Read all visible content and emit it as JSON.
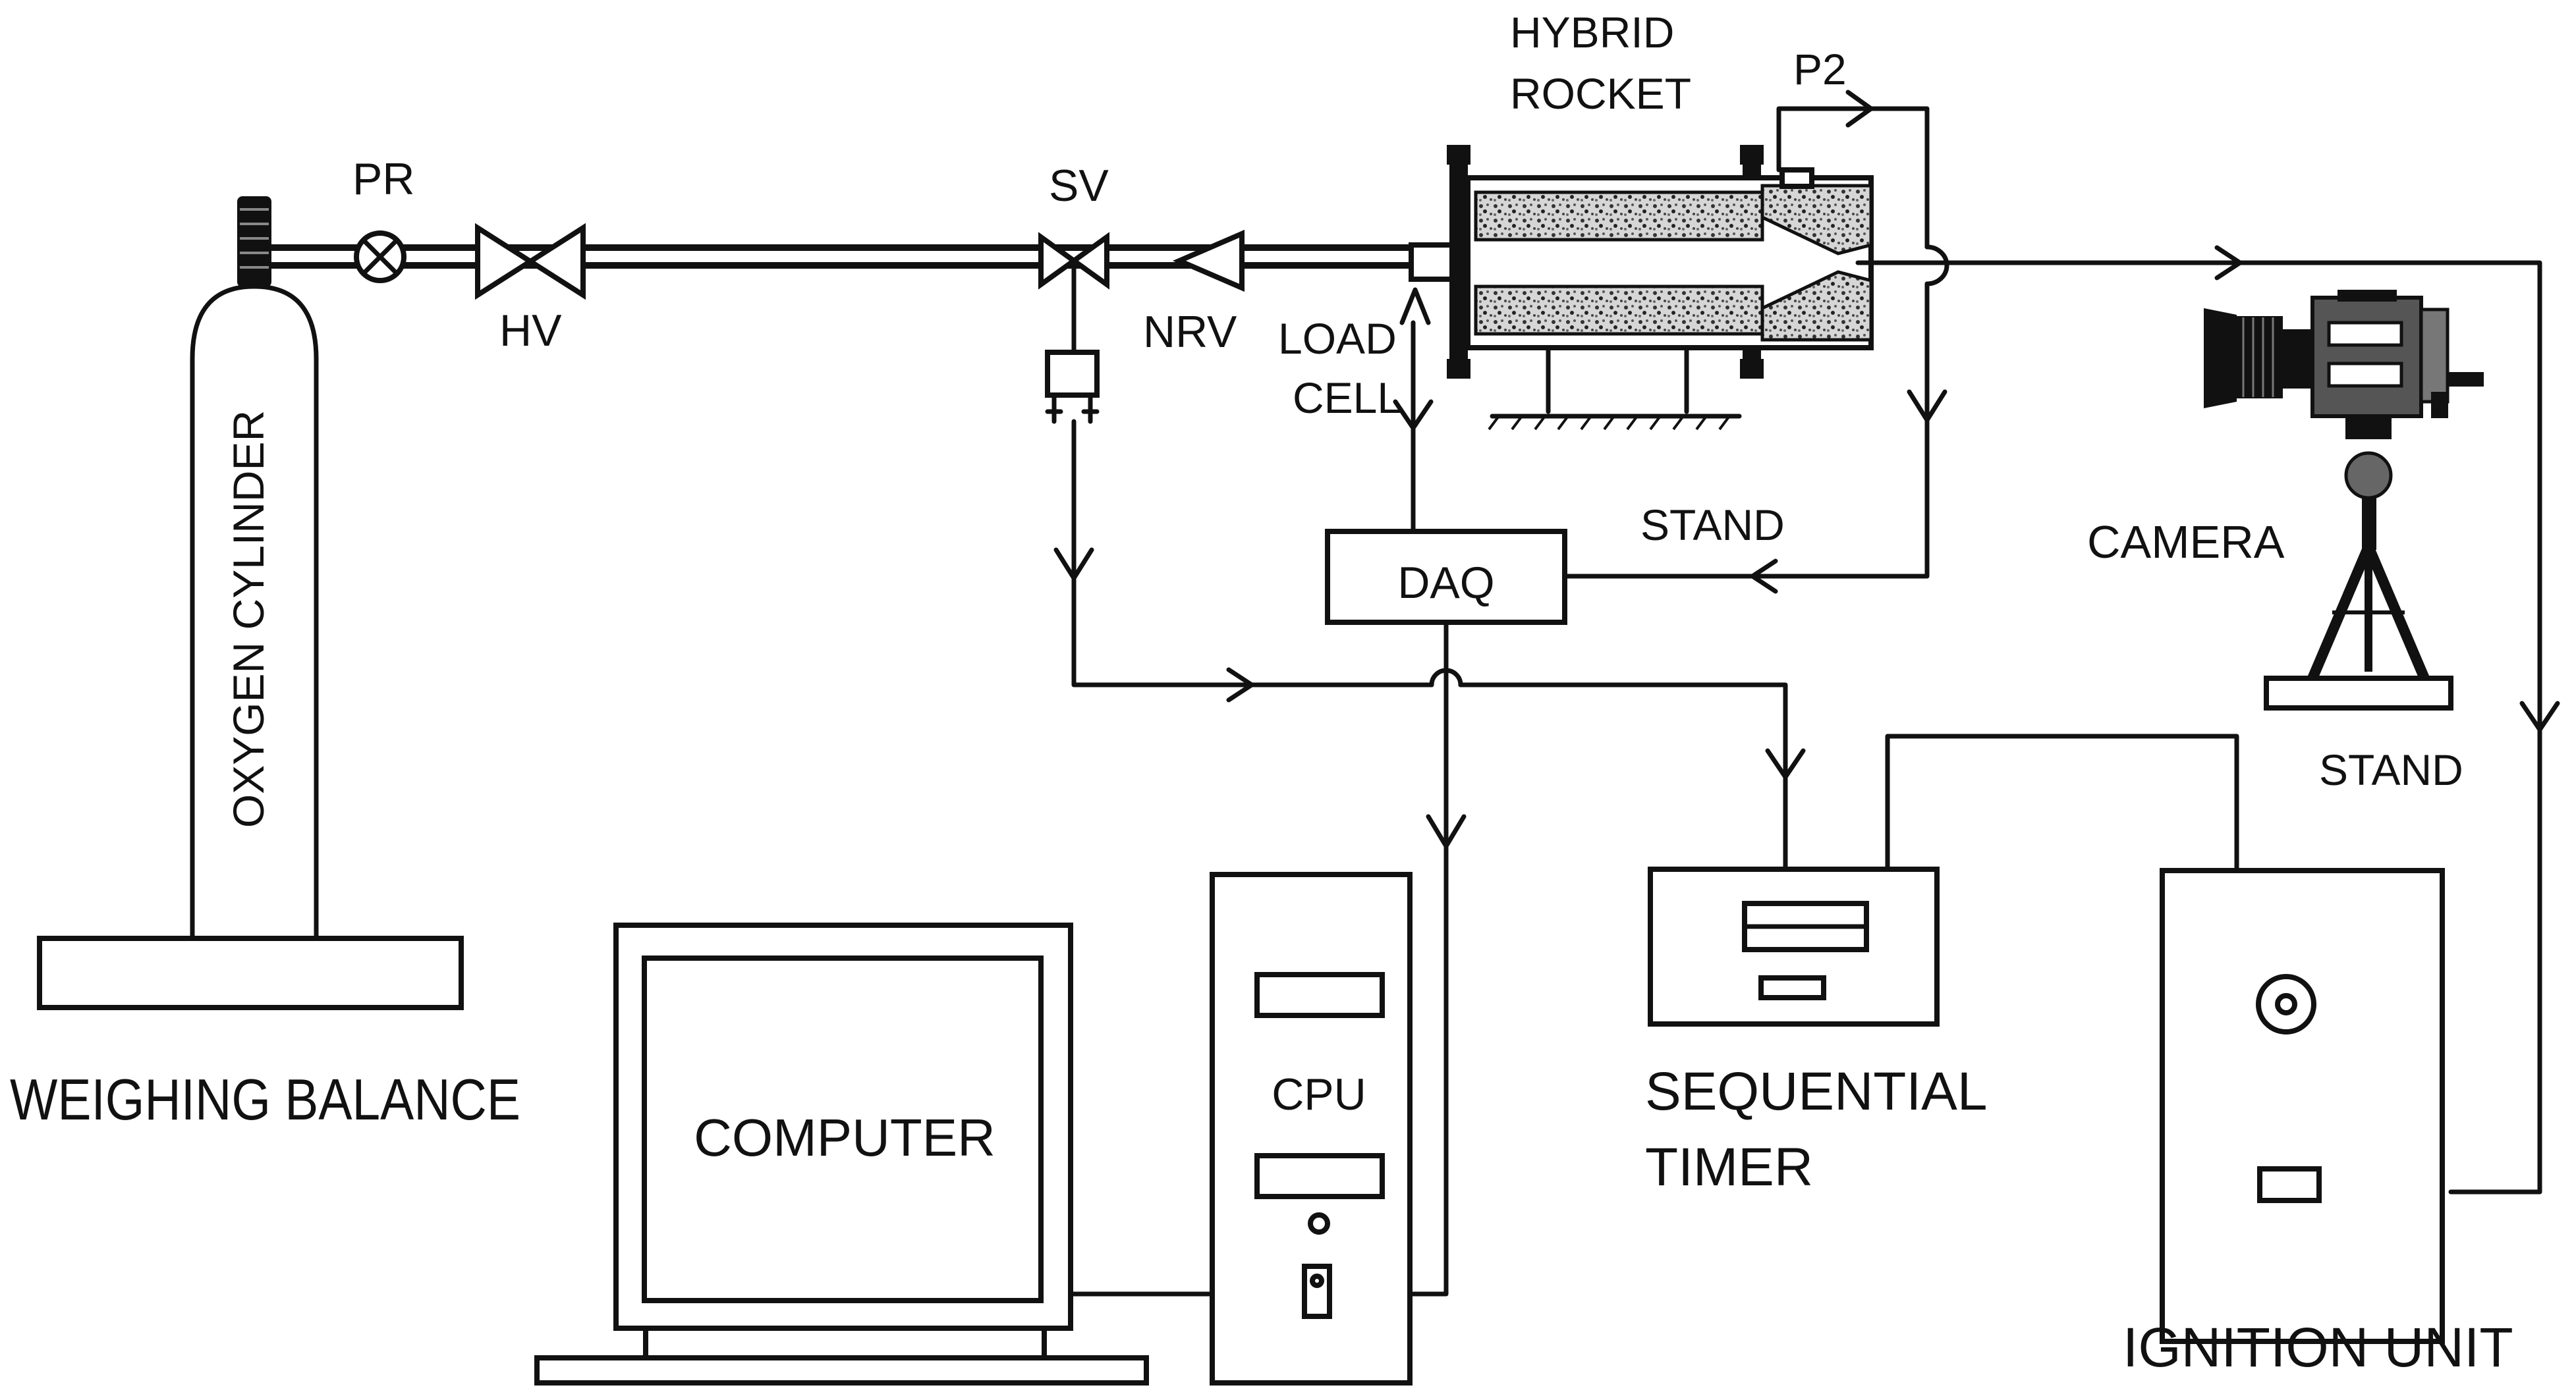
{
  "labels": {
    "oxygen_cylinder": "OXYGEN CYLINDER",
    "weighing_balance": "WEIGHING BALANCE",
    "pr": "PR",
    "hv": "HV",
    "sv": "SV",
    "nrv": "NRV",
    "load_cell_line1": "LOAD",
    "load_cell_line2": "CELL",
    "hybrid_rocket_line1": "HYBRID",
    "hybrid_rocket_line2": "ROCKET",
    "p2": "P2",
    "daq": "DAQ",
    "stand_rocket": "STAND",
    "camera": "CAMERA",
    "stand_camera": "STAND",
    "computer": "COMPUTER",
    "cpu": "CPU",
    "sequential_timer_line1": "SEQUENTIAL",
    "sequential_timer_line2": "TIMER",
    "ignition_unit": "IGNITION UNIT"
  },
  "colors": {
    "line": "#111111",
    "background": "#ffffff",
    "grain": "#c9c9c9"
  }
}
